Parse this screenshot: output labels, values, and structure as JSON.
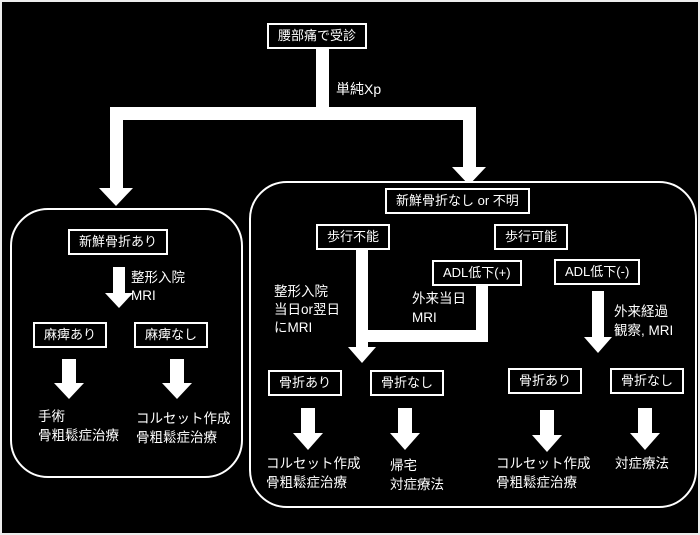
{
  "figure": {
    "colors": {
      "background": "#000000",
      "foreground": "#ffffff"
    },
    "root_box": "腰部痛で受診",
    "xray_label": "単純Xp",
    "left_panel": {
      "header": "新鮮骨折あり",
      "step": [
        "整形入院",
        "MRI"
      ],
      "paralysis_yes": "麻痺あり",
      "paralysis_no": "麻痺なし",
      "outcome_paralysis_yes": [
        "手術",
        "骨粗鬆症治療"
      ],
      "outcome_paralysis_no": [
        "コルセット作成",
        "骨粗鬆症治療"
      ]
    },
    "right_panel": {
      "header": "新鮮骨折なし or 不明",
      "walk_unable": "歩行不能",
      "walk_able": "歩行可能",
      "adl_plus": "ADL低下(+)",
      "adl_minus": "ADL低下(-)",
      "walk_unable_step": [
        "整形入院",
        "当日or翌日",
        "にMRI"
      ],
      "adl_plus_step": [
        "外来当日",
        "MRI"
      ],
      "adl_minus_step": [
        "外来経過",
        "観察, MRI"
      ],
      "mid_fracture_yes": "骨折あり",
      "mid_fracture_no": "骨折なし",
      "right_fracture_yes": "骨折あり",
      "right_fracture_no": "骨折なし",
      "mid_outcome_yes": [
        "コルセット作成",
        "骨粗鬆症治療"
      ],
      "mid_outcome_no": [
        "帰宅",
        "対症療法"
      ],
      "right_outcome_yes": [
        "コルセット作成",
        "骨粗鬆症治療"
      ],
      "right_outcome_no": "対症療法"
    }
  }
}
